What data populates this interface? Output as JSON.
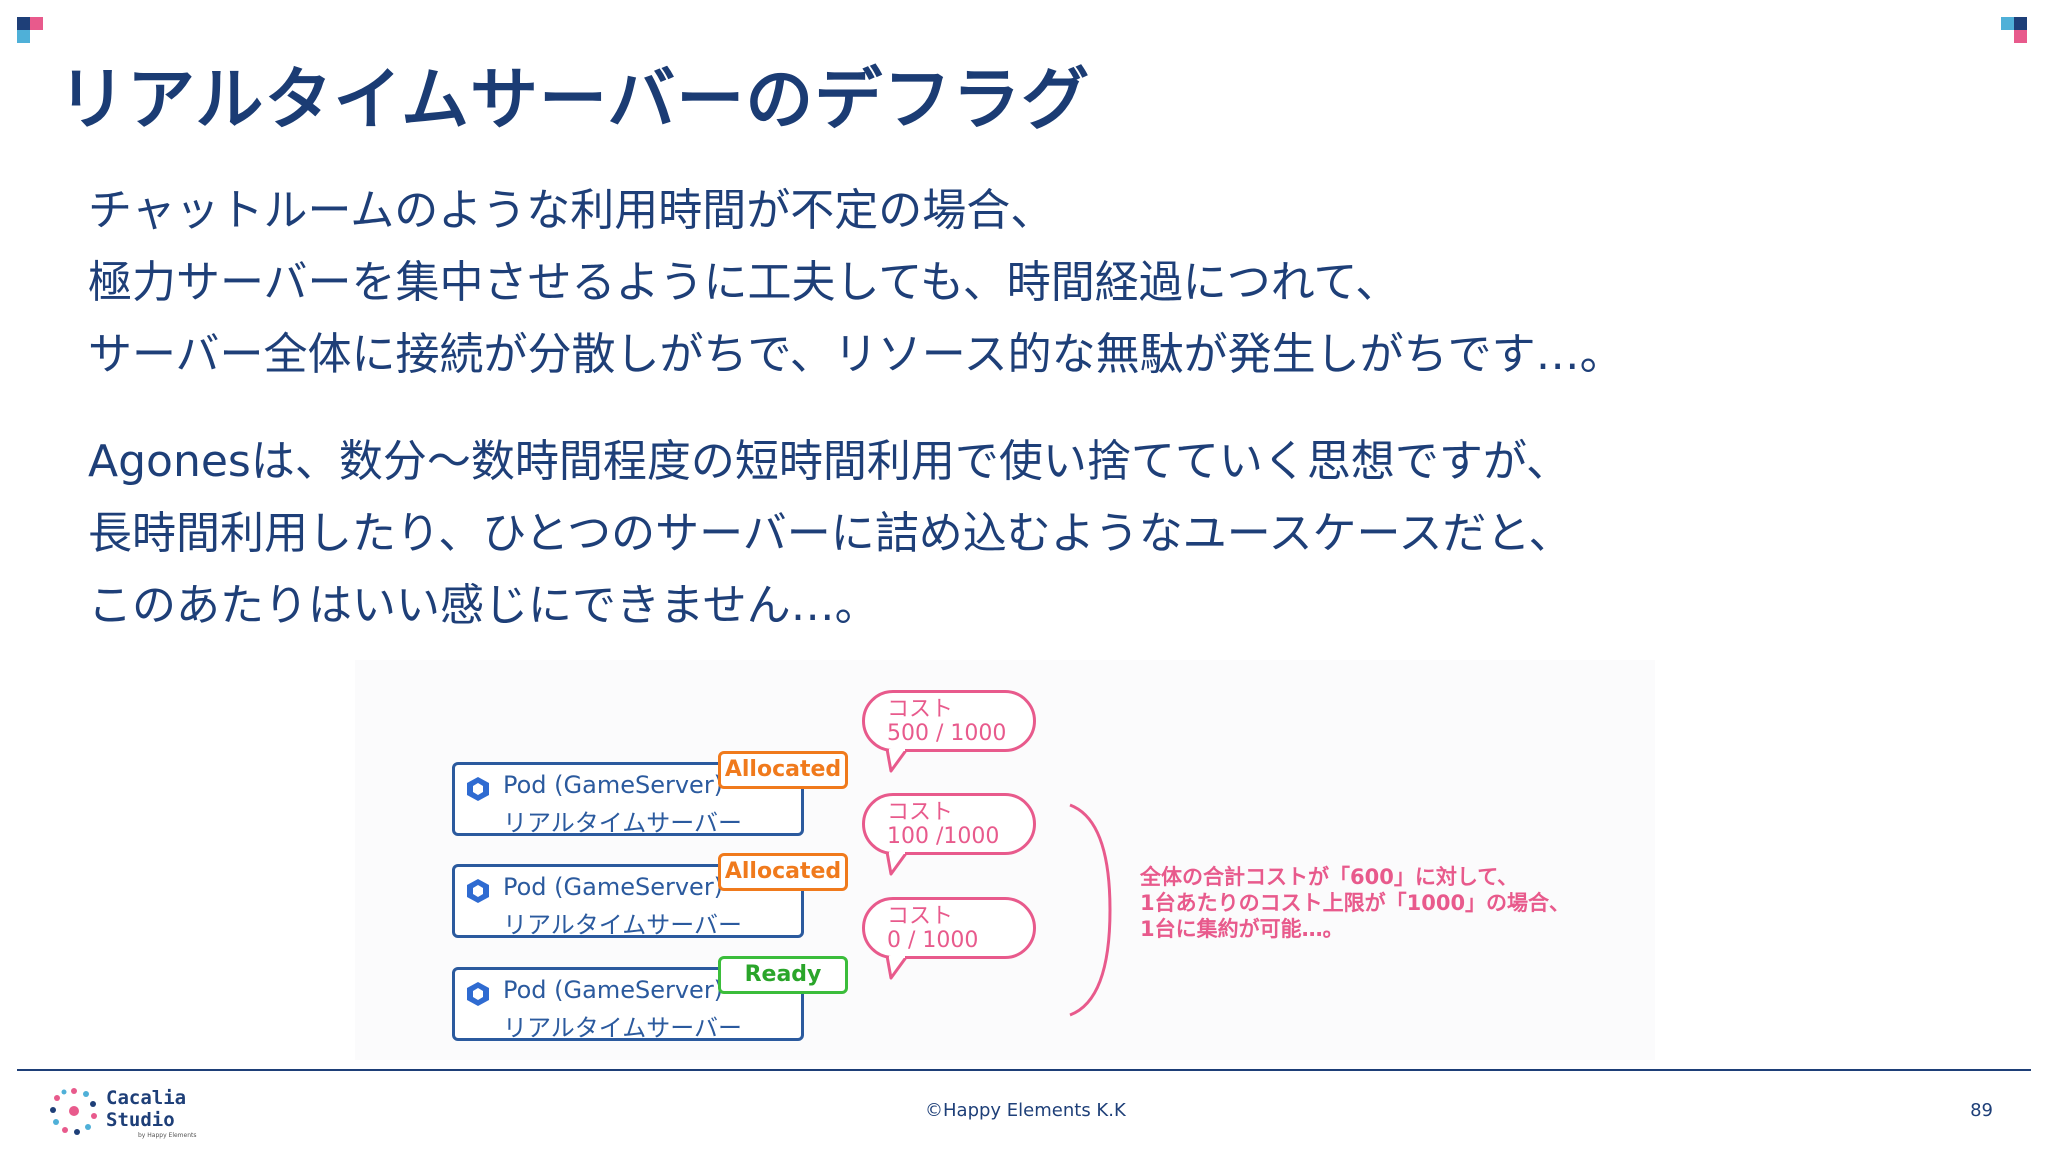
{
  "title": "リアルタイムサーバーのデフラグ",
  "paragraph1": [
    "チャットルームのような利用時間が不定の場合、",
    "極力サーバーを集中させるように工夫しても、時間経過につれて、",
    "サーバー全体に接続が分散しがちで、リソース的な無駄が発生しがちです…。"
  ],
  "paragraph2": [
    "Agonesは、数分〜数時間程度の短時間利用で使い捨てていく思想ですが、",
    "長時間利用したり、ひとつのサーバーに詰め込むようなユースケースだと、",
    "このあたりはいい感じにできません…。"
  ],
  "diagram": {
    "pods": [
      {
        "line1": "Pod (GameServer)",
        "line2": "リアルタイムサーバー",
        "status": "Allocated"
      },
      {
        "line1": "Pod (GameServer)",
        "line2": "リアルタイムサーバー",
        "status": "Allocated"
      },
      {
        "line1": "Pod (GameServer)",
        "line2": "リアルタイムサーバー",
        "status": "Ready"
      }
    ],
    "bubbles": [
      {
        "line1": "コスト",
        "line2": "500 / 1000"
      },
      {
        "line1": "コスト",
        "line2": "100 /1000"
      },
      {
        "line1": "コスト",
        "line2": "0 / 1000"
      }
    ],
    "note": [
      "全体の合計コストが「600」に対して、",
      "1台あたりのコスト上限が「1000」の場合、",
      "1台に集約が可能…。"
    ]
  },
  "footer": {
    "logo_line1": "Cacalia",
    "logo_line2": "Studio",
    "logo_sub": "by Happy Elements",
    "copyright": "©Happy Elements K.K",
    "page_number": "89"
  },
  "colors": {
    "primary": "#1e3f78",
    "allocated": "#f07a1c",
    "ready": "#3bbd3b",
    "accent_pink": "#e85a8c",
    "pod_blue": "#2b5a9e"
  }
}
